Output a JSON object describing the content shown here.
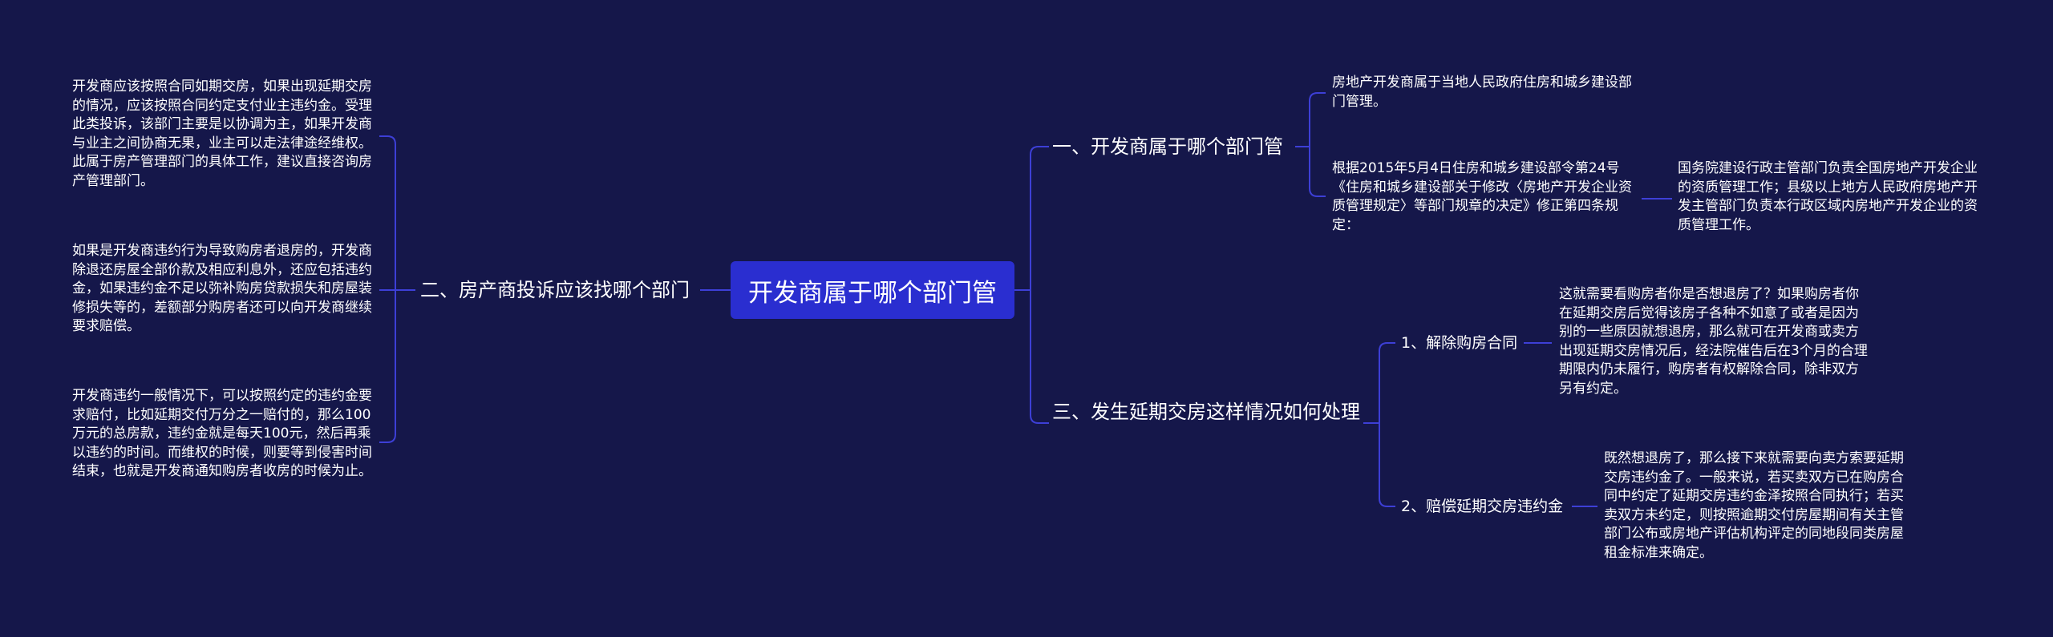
{
  "root": {
    "title": "开发商属于哪个部门管"
  },
  "branches": {
    "b1": {
      "label": "一、开发商属于哪个部门管",
      "leaf1": "房地产开发商属于当地人民政府住房和城乡建设部门管理。",
      "leaf2": "根据2015年5月4日住房和城乡建设部令第24号《住房和城乡建设部关于修改〈房地产开发企业资质管理规定〉等部门规章的决定》修正第四条规定：",
      "leaf2_child": "国务院建设行政主管部门负责全国房地产开发企业的资质管理工作；县级以上地方人民政府房地产开发主管部门负责本行政区域内房地产开发企业的资质管理工作。"
    },
    "b2": {
      "label": "二、房产商投诉应该找哪个部门",
      "leaf1": "开发商应该按照合同如期交房，如果出现延期交房的情况，应该按照合同约定支付业主违约金。受理此类投诉，该部门主要是以协调为主，如果开发商与业主之间协商无果，业主可以走法律途经维权。此属于房产管理部门的具体工作，建议直接咨询房产管理部门。",
      "leaf2": "如果是开发商违约行为导致购房者退房的，开发商除退还房屋全部价款及相应利息外，还应包括违约金，如果违约金不足以弥补购房贷款损失和房屋装修损失等的，差额部分购房者还可以向开发商继续要求赔偿。",
      "leaf3": "开发商违约一般情况下，可以按照约定的违约金要求赔付，比如延期交付万分之一赔付的，那么100万元的总房款，违约金就是每天100元，然后再乘以违约的时间。而维权的时候，则要等到侵害时间结束，也就是开发商通知购房者收房的时候为止。"
    },
    "b3": {
      "label": "三、发生延期交房这样情况如何处理",
      "sub1": "1、解除购房合同",
      "sub1_leaf": "这就需要看购房者你是否想退房了？如果购房者你在延期交房后觉得该房子各种不如意了或者是因为别的一些原因就想退房，那么就可在开发商或卖方出现延期交房情况后，经法院催告后在3个月的合理期限内仍未履行，购房者有权解除合同，除非双方另有约定。",
      "sub2": "2、赔偿延期交房违约金",
      "sub2_leaf": "既然想退房了，那么接下来就需要向卖方索要延期交房违约金了。一般来说，若买卖双方已在购房合同中约定了延期交房违约金泽按照合同执行；若买卖双方未约定，则按照逾期交付房屋期间有关主管部门公布或房地产评估机构评定的同地段同类房屋租金标准来确定。"
    }
  },
  "colors": {
    "background": "#15174a",
    "root": "#2a2ed0",
    "connector": "#3d3fd6",
    "text": "#ffffff"
  }
}
